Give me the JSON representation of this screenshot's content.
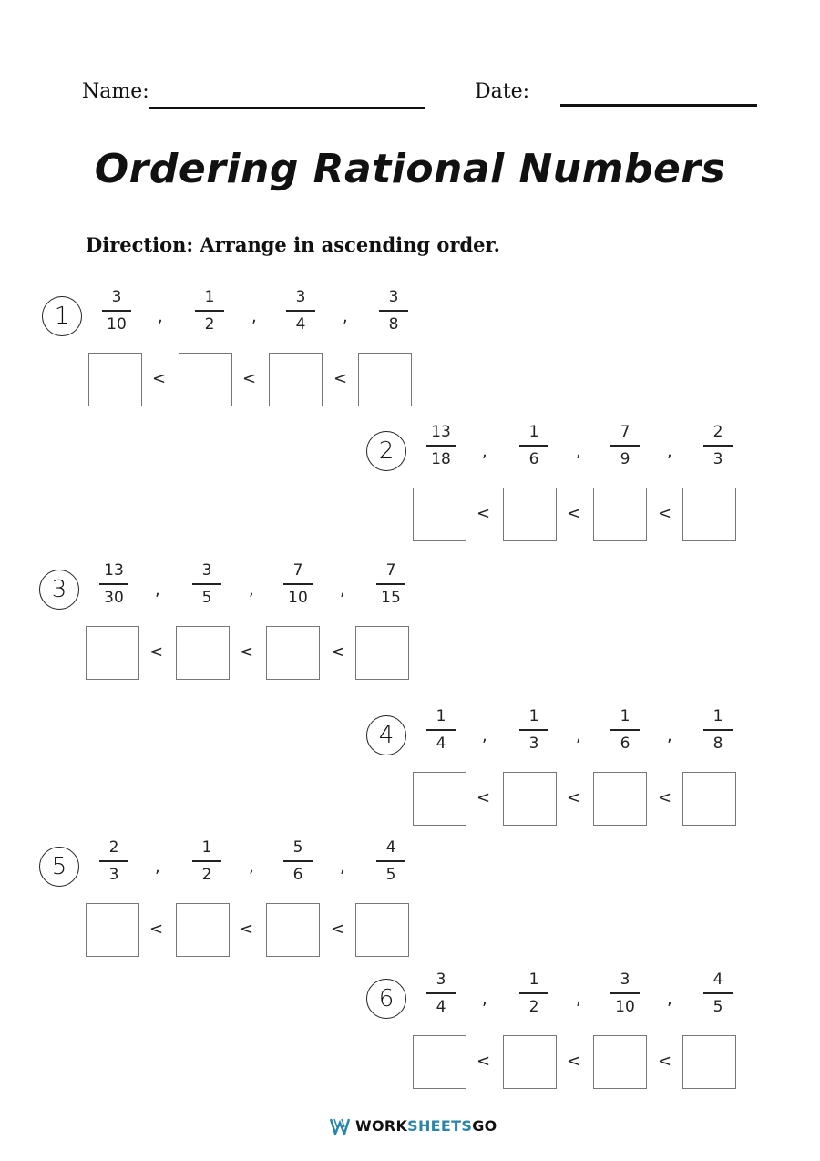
{
  "header": {
    "name_label": "Name:",
    "date_label": "Date:"
  },
  "title": "Ordering Rational Numbers",
  "direction": "Direction: Arrange in ascending order.",
  "problems": [
    {
      "number": "1",
      "fractions": [
        {
          "n": "3",
          "d": "10"
        },
        {
          "n": "1",
          "d": "2"
        },
        {
          "n": "3",
          "d": "4"
        },
        {
          "n": "3",
          "d": "8"
        }
      ]
    },
    {
      "number": "2",
      "fractions": [
        {
          "n": "13",
          "d": "18"
        },
        {
          "n": "1",
          "d": "6"
        },
        {
          "n": "7",
          "d": "9"
        },
        {
          "n": "2",
          "d": "3"
        }
      ]
    },
    {
      "number": "3",
      "fractions": [
        {
          "n": "13",
          "d": "30"
        },
        {
          "n": "3",
          "d": "5"
        },
        {
          "n": "7",
          "d": "10"
        },
        {
          "n": "7",
          "d": "15"
        }
      ]
    },
    {
      "number": "4",
      "fractions": [
        {
          "n": "1",
          "d": "4"
        },
        {
          "n": "1",
          "d": "3"
        },
        {
          "n": "1",
          "d": "6"
        },
        {
          "n": "1",
          "d": "8"
        }
      ]
    },
    {
      "number": "5",
      "fractions": [
        {
          "n": "2",
          "d": "3"
        },
        {
          "n": "1",
          "d": "2"
        },
        {
          "n": "5",
          "d": "6"
        },
        {
          "n": "4",
          "d": "5"
        }
      ]
    },
    {
      "number": "6",
      "fractions": [
        {
          "n": "3",
          "d": "4"
        },
        {
          "n": "1",
          "d": "2"
        },
        {
          "n": "3",
          "d": "10"
        },
        {
          "n": "4",
          "d": "5"
        }
      ]
    }
  ],
  "symbols": {
    "comma": ",",
    "less_than": "<"
  },
  "footer": {
    "brand_part1": "WORK",
    "brand_part2": "SHEETS",
    "brand_part3": "GO",
    "accent_color": "#2a86a8"
  }
}
